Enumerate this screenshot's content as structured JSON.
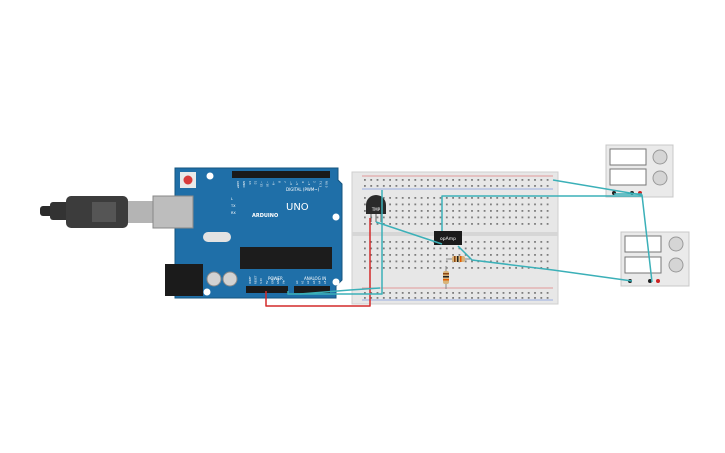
{
  "components": {
    "arduino": {
      "brand_text": "ARDUINO",
      "model_text": "UNO",
      "digital_header_text": "DIGITAL (PWM~)",
      "power_header_text": "POWER",
      "analog_header_text": "ANALOG IN",
      "led_labels": [
        "L",
        "TX",
        "RX"
      ],
      "digital_pin_labels": [
        "AREF",
        "GND",
        "13",
        "12",
        "~11",
        "~10",
        "~9",
        "8",
        "7",
        "~6",
        "~5",
        "4",
        "~3",
        "2",
        "TX 1",
        "RX 0"
      ],
      "power_pin_labels": [
        "IOREF",
        "RESET",
        "3.3V",
        "5V",
        "GND",
        "GND",
        "Vin"
      ],
      "analog_pin_labels": [
        "A0",
        "A1",
        "A2",
        "A3",
        "A4",
        "A5"
      ]
    },
    "temperature_sensor": {
      "label": "TMP"
    },
    "op_amp": {
      "label": "opAmp"
    }
  },
  "wire_colors": {
    "teal": "#3bb0b8",
    "red": "#d42a2a",
    "black": "#222222"
  },
  "board_colors": {
    "pcb": "#1f6fa8",
    "breadboard": "#e7e7e7"
  }
}
